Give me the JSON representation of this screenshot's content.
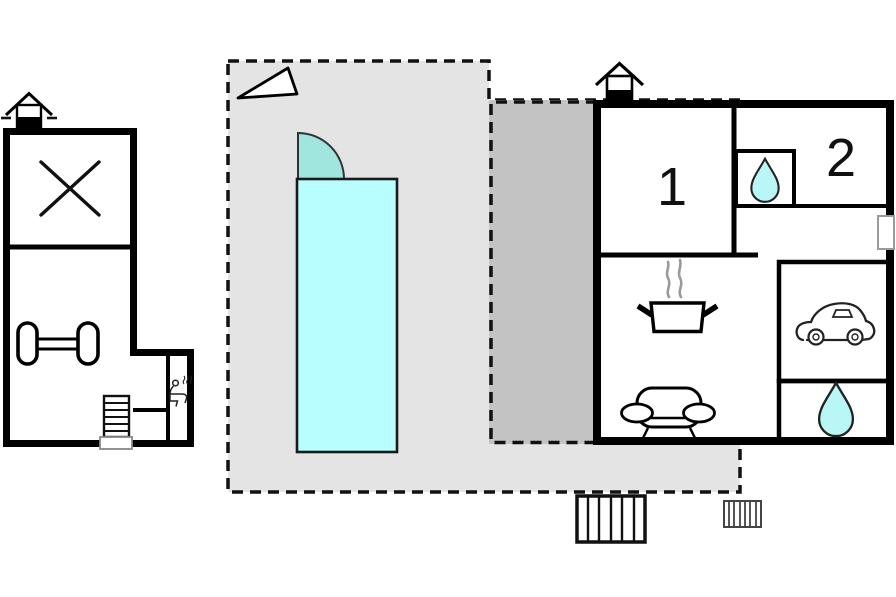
{
  "scene": {
    "type": "floor-plan",
    "background": "#ffffff"
  },
  "rooms": {
    "bedroom_1": {
      "label": "1"
    },
    "bedroom_2": {
      "label": "2"
    }
  },
  "colors": {
    "terrace": "#e4e4e4",
    "courtyard": "#c3c3c3",
    "pool": "#b9feff",
    "pool_door": "#a1e5df",
    "water_drop": "#b9f7f7",
    "wall": "#000000",
    "steam": "#9a9a9a",
    "white": "#ffffff"
  },
  "icons": {
    "north_marker": "triangle-pointer",
    "chimney_left": "house-chimney",
    "chimney_right": "house-chimney",
    "closed_room": "x-cross",
    "fitness_room": "dumbbell",
    "sauna": "sauna-person-steam",
    "kitchen": "cooking-pot-steam",
    "living_room": "sofa",
    "parking": "car",
    "bathroom_small": "water-drop",
    "bathroom_large": "water-drop",
    "stairs_annex": "stairs-horizontal",
    "stairs_entrance": "stairs-vertical",
    "grate": "radiator-grate"
  }
}
